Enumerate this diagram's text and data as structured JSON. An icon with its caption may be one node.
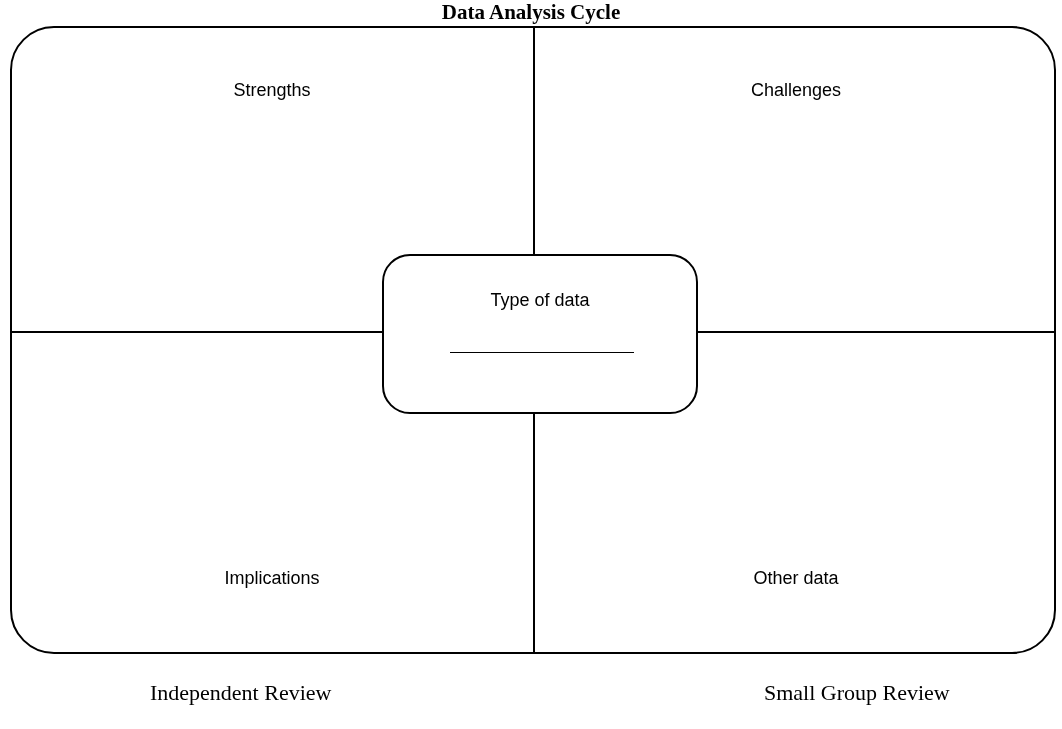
{
  "diagram": {
    "title": "Data Analysis Cycle",
    "nodes": [
      {
        "text": [],
        "shape": "box"
      },
      {
        "text": [
          "Strengths"
        ],
        "in": 0
      },
      {
        "text": [
          "Challenges"
        ],
        "in": 0
      },
      {
        "text": [
          "Implications"
        ],
        "in": 0
      },
      {
        "text": [
          "Other data"
        ],
        "in": 0
      },
      {
        "text": [
          "Type of data"
        ],
        "in": 0
      }
    ],
    "labels": [
      "Independent Review",
      "Small Group Review"
    ]
  }
}
